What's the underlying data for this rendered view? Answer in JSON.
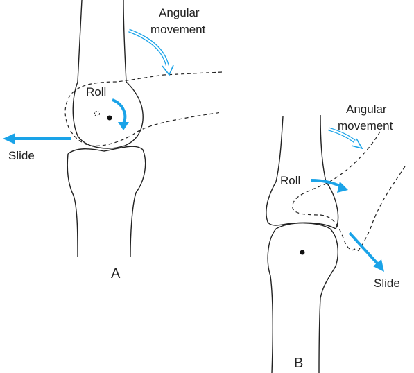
{
  "colors": {
    "arrow": "#1aa3e8",
    "outline": "#222222"
  },
  "panel_a": {
    "angular_line1": "Angular",
    "angular_line2": "movement",
    "roll": "Roll",
    "slide": "Slide",
    "panel_label": "A"
  },
  "panel_b": {
    "angular_line1": "Angular",
    "angular_line2": "movement",
    "roll": "Roll",
    "slide": "Slide",
    "panel_label": "B"
  }
}
